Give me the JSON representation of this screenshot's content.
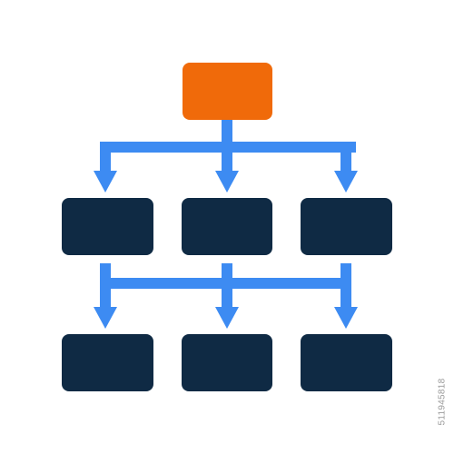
{
  "image_id_text": "511945818",
  "colors": {
    "root_box": "#f06a0a",
    "child_box": "#0f2a44",
    "connector": "#3d8bf2",
    "background": "#ffffff",
    "watermark_text": "#9a9a9a"
  },
  "icon": {
    "name": "org-chart-hierarchy-icon",
    "levels": [
      {
        "level": 0,
        "box_count": 1
      },
      {
        "level": 1,
        "box_count": 3
      },
      {
        "level": 2,
        "box_count": 3
      }
    ]
  }
}
